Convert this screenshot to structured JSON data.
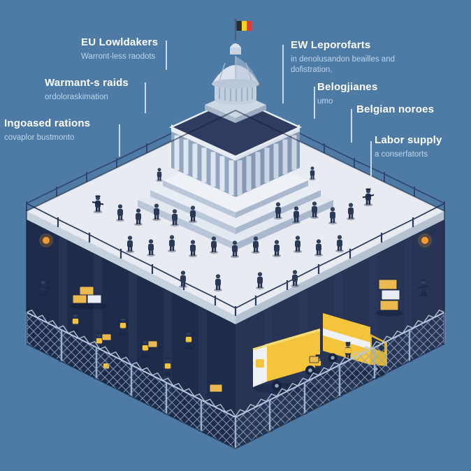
{
  "scene": {
    "background_color": "#4d7ba6",
    "platform_top_color": "#e8ecf2",
    "platform_side_left": "#1f2b4a",
    "platform_side_right": "#273453",
    "accent_yellow": "#f3c43c",
    "light_orange": "#f59e2f",
    "white_panel": "#eef2f6",
    "flag_colors": [
      "#2a2a2e",
      "#f5d420",
      "#e23a3a"
    ]
  },
  "labels": {
    "left": [
      {
        "title": "EU Lowldakers",
        "subtitle": "Warront-less raodots"
      },
      {
        "title": "Warmant-s raids",
        "subtitle": "ordoloraskimation"
      },
      {
        "title": "Ingoased rations",
        "subtitle": "covaplor bustmonto"
      }
    ],
    "right": [
      {
        "title": "EW Leporofarts",
        "subtitle": "in denolusandon beailles and dofistration,"
      },
      {
        "title": "Belogjianes",
        "subtitle": "umo"
      },
      {
        "title": "Belgian noroes",
        "subtitle": ""
      },
      {
        "title": "Labor supply",
        "subtitle": "a conserfatorts"
      }
    ]
  }
}
